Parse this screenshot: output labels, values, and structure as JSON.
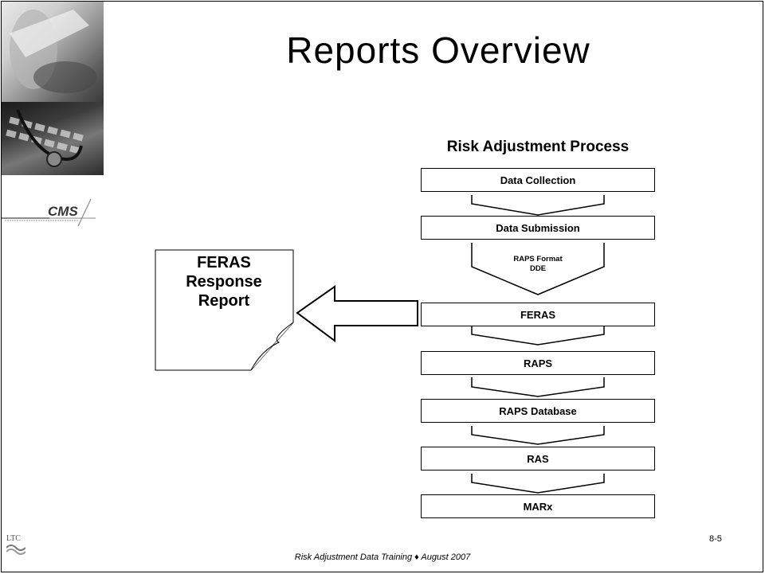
{
  "slide": {
    "title": "Reports Overview",
    "footer": "Risk Adjustment Data Training ♦ August 2007",
    "page_number": "8-5"
  },
  "logos": {
    "cms": "CMS",
    "ltc": "LTC"
  },
  "process": {
    "title": "Risk Adjustment Process",
    "steps": [
      "Data Collection",
      "Data Submission",
      "FERAS",
      "RAPS",
      "RAPS Database",
      "RAS",
      "MARx"
    ],
    "submission_formats": [
      "RAPS Format",
      "DDE"
    ]
  },
  "report_document": {
    "lines": [
      "FERAS",
      "Response",
      "Report"
    ]
  }
}
